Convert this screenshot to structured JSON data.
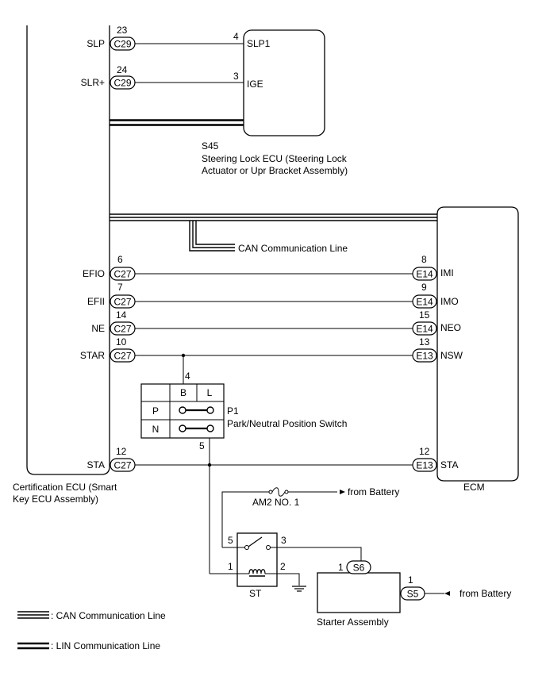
{
  "cert_ecu": {
    "caption_line1": "Certification ECU (Smart",
    "caption_line2": "Key ECU Assembly)",
    "pins": [
      {
        "name": "SLP",
        "num": "23",
        "conn": "C29"
      },
      {
        "name": "SLR+",
        "num": "24",
        "conn": "C29"
      },
      {
        "name": "EFIO",
        "num": "6",
        "conn": "C27"
      },
      {
        "name": "EFII",
        "num": "7",
        "conn": "C27"
      },
      {
        "name": "NE",
        "num": "14",
        "conn": "C27"
      },
      {
        "name": "STAR",
        "num": "10",
        "conn": "C27"
      },
      {
        "name": "STA",
        "num": "12",
        "conn": "C27"
      }
    ]
  },
  "steering_lock": {
    "code": "S45",
    "caption_line1": "Steering Lock ECU (Steering Lock",
    "caption_line2": "Actuator or Upr Bracket Assembly)",
    "pins": [
      {
        "name": "SLP1",
        "num": "4"
      },
      {
        "name": "IGE",
        "num": "3"
      }
    ]
  },
  "ecm": {
    "caption": "ECM",
    "pins": [
      {
        "name": "IMI",
        "num": "8",
        "conn": "E14"
      },
      {
        "name": "IMO",
        "num": "9",
        "conn": "E14"
      },
      {
        "name": "NEO",
        "num": "15",
        "conn": "E14"
      },
      {
        "name": "NSW",
        "num": "13",
        "conn": "E13"
      },
      {
        "name": "STA",
        "num": "12",
        "conn": "E13"
      }
    ]
  },
  "can_line_label": "CAN Communication Line",
  "pn_switch": {
    "code": "P1",
    "caption": "Park/Neutral Position Switch",
    "col_b": "B",
    "col_l": "L",
    "row_p": "P",
    "row_n": "N",
    "pin_top": "4",
    "pin_bottom": "5"
  },
  "fuse": {
    "label": "AM2 NO. 1",
    "from_label": "from Battery"
  },
  "st_relay": {
    "label": "ST",
    "pin_5": "5",
    "pin_3": "3",
    "pin_1": "1",
    "pin_2": "2"
  },
  "starter": {
    "caption": "Starter Assembly",
    "pin_s6_num": "1",
    "conn_s6": "S6",
    "pin_s5_num": "1",
    "conn_s5": "S5",
    "from_label": "from Battery"
  },
  "legend": {
    "can": ": CAN Communication Line",
    "lin": ": LIN Communication Line"
  }
}
